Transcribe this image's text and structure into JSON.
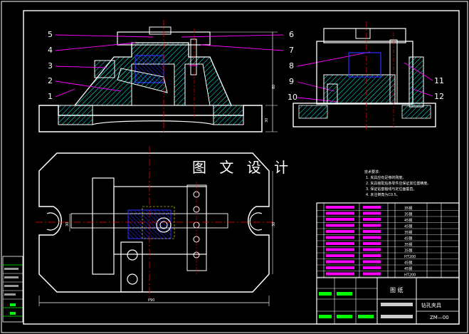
{
  "watermark": "图 文 设 计",
  "part_labels_left": [
    "5",
    "4",
    "3",
    "2",
    "1"
  ],
  "part_labels_mid": [
    "6",
    "7",
    "8",
    "9",
    "10"
  ],
  "part_labels_right": [
    "11",
    "12"
  ],
  "dimensions": {
    "overall_width": "P90",
    "left_height": "30",
    "right_height": "30",
    "side_height": "80"
  },
  "tech_requirements": {
    "title": "技术要求:",
    "items": [
      "1. 夹具应有足够的刚度。",
      "2. 夹具装配后各零件应保证其位置精度。",
      "3. 保证钻套轴线与定位面垂直。",
      "4. 未注倒角为C0.5。"
    ]
  },
  "bom_materials": [
    "35钢",
    "35钢",
    "45钢",
    "45钢",
    "35钢",
    "45钢",
    "35钢",
    "35钢",
    "HT200",
    "45钢",
    "45钢",
    "HT200"
  ],
  "title_block": {
    "designer_label": "图 纸",
    "drawing_name": "钻孔夹具",
    "drawing_code": "ZM—00"
  },
  "colors": {
    "frame": "#ffffff",
    "outline": "#ffffff",
    "leader": "#ff00ff",
    "center": "#ff0000",
    "hatch": "#00ffff",
    "part_blue": "#3030ff",
    "tb_green": "#00ff00"
  }
}
